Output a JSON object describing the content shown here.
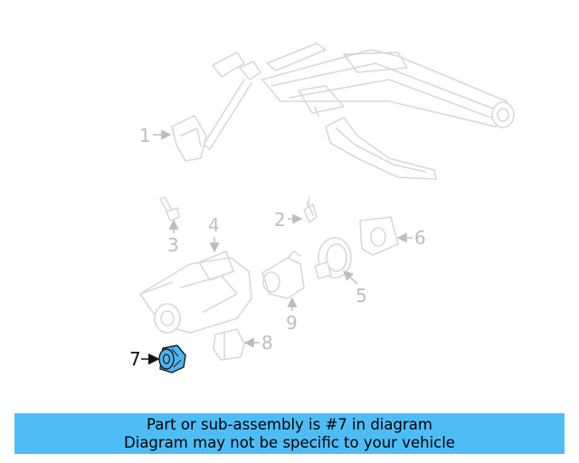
{
  "callouts": {
    "c1": "1",
    "c2": "2",
    "c3": "3",
    "c4": "4",
    "c5": "5",
    "c6": "6",
    "c7": "7",
    "c8": "8",
    "c9": "9"
  },
  "highlight": {
    "part_number": "7",
    "color": "#4db6f0"
  },
  "banner": {
    "line1": "Part or sub-assembly is #7 in diagram",
    "line2": "Diagram may not be specific to your vehicle",
    "background": "#4fbdf5"
  }
}
